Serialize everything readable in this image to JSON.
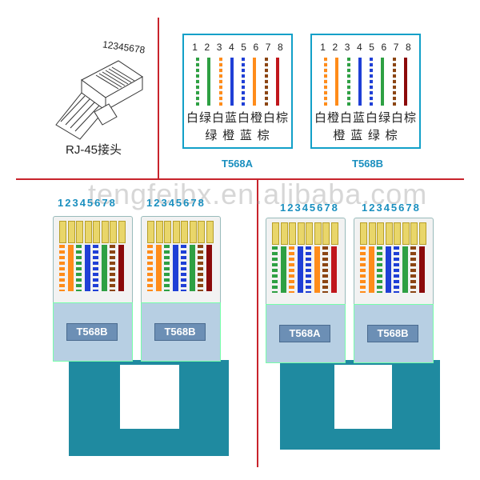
{
  "plug": {
    "pin_numbers": "12345678",
    "caption": "RJ-45接头"
  },
  "standards": [
    {
      "label": "T568A",
      "pins": [
        "1",
        "2",
        "3",
        "4",
        "5",
        "6",
        "7",
        "8"
      ],
      "wires": [
        "#f2f2f2|#2ea043",
        "#2ea043",
        "#f2f2f2|#ff8c1a",
        "#1f3fd6",
        "#f2f2f2|#1f3fd6",
        "#ff8c1a",
        "#f2f2f2|#8b4513",
        "#c0161b"
      ],
      "row1": "白绿白蓝白橙白棕",
      "row2": "绿  橙  蓝  棕"
    },
    {
      "label": "T568B",
      "pins": [
        "1",
        "2",
        "3",
        "4",
        "5",
        "6",
        "7",
        "8"
      ],
      "wires": [
        "#f2f2f2|#ff8c1a",
        "#ff8c1a",
        "#f2f2f2|#2ea043",
        "#1f3fd6",
        "#f2f2f2|#1f3fd6",
        "#2ea043",
        "#f2f2f2|#8b4513",
        "#8b0a0a"
      ],
      "row1": "白橙白蓝白绿白棕",
      "row2": "橙  蓝  绿  棕"
    }
  ],
  "watermark": "tengfeibx.en.alibaba.com",
  "straight": {
    "left_numbers": "12345678",
    "right_numbers": "12345678",
    "left_label": "T568B",
    "right_label": "T568B"
  },
  "crossover": {
    "left_numbers": "12345678",
    "right_numbers": "12345678",
    "left_label": "T568A",
    "right_label": "T568B"
  },
  "colors": {
    "divider": "#c8242c",
    "accent": "#1a8fbf",
    "cable": "#1f8aa0",
    "label_bg": "#6c8fb5"
  }
}
